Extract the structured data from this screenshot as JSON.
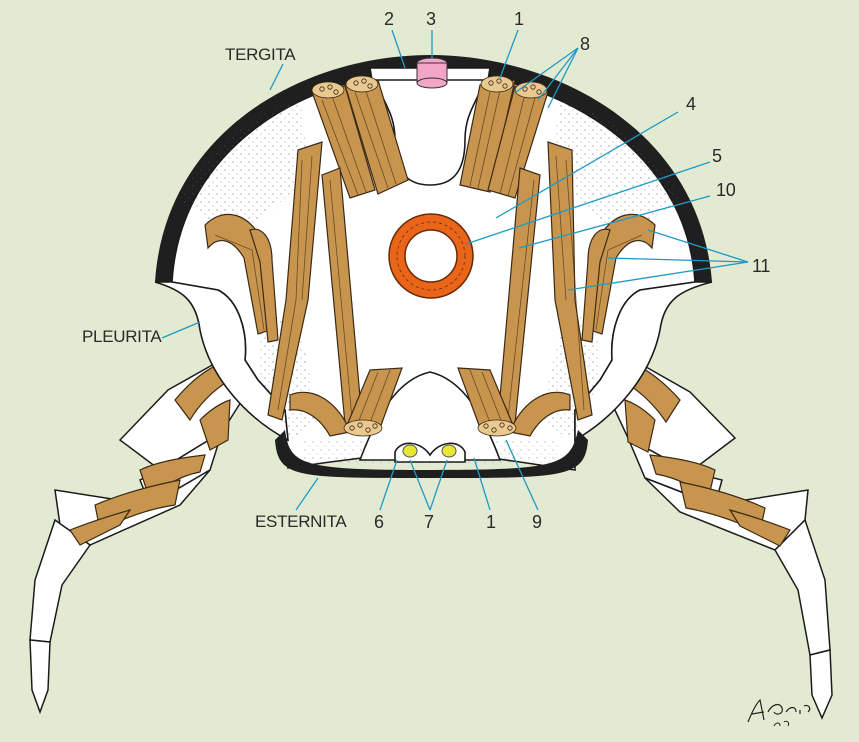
{
  "labels": {
    "tergita": "TERGITA",
    "pleurita": "PLEURITA",
    "esternita": "ESTERNITA",
    "n1_top": "1",
    "n2": "2",
    "n3": "3",
    "n4": "4",
    "n5": "5",
    "n6": "6",
    "n7": "7",
    "n8": "8",
    "n9": "9",
    "n10": "10",
    "n11": "11",
    "n1_bottom": "1"
  },
  "signature": {
    "text": "A. Blasco 86"
  },
  "colors": {
    "background": "#e3ead2",
    "muscle": "#c8954f",
    "gut_outer": "#e8651a",
    "gut_inner": "#ffffff",
    "dorsal_vessel": "#f4a6c8",
    "nerve_cord": "#e6e832",
    "leader_lines": "#1e9ac4",
    "cuticle": "#222222"
  }
}
